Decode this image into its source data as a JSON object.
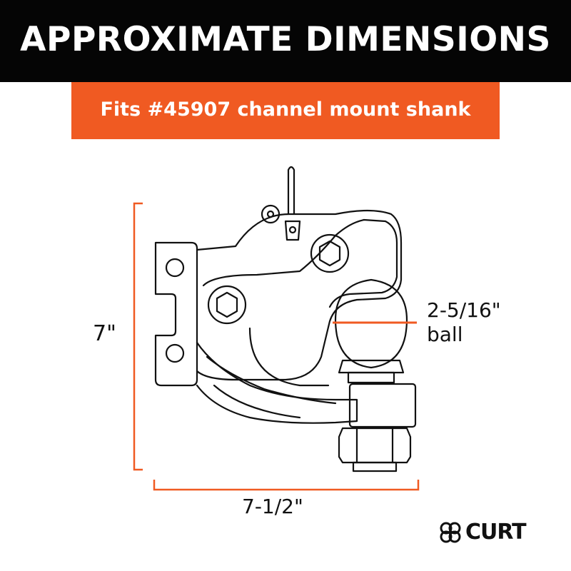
{
  "header": {
    "title": "APPROXIMATE DIMENSIONS"
  },
  "subtitle": {
    "text": "Fits #45907 channel mount shank"
  },
  "dimensions": {
    "height": "7\"",
    "width": "7-1/2\"",
    "ball_line1": "2-5/16\"",
    "ball_line2": "ball"
  },
  "brand": {
    "name": "CURT"
  },
  "colors": {
    "accent": "#f05a22",
    "header_bg": "#050505",
    "line": "#111111"
  },
  "icons": {
    "logo": "curt-chain-link-icon"
  }
}
